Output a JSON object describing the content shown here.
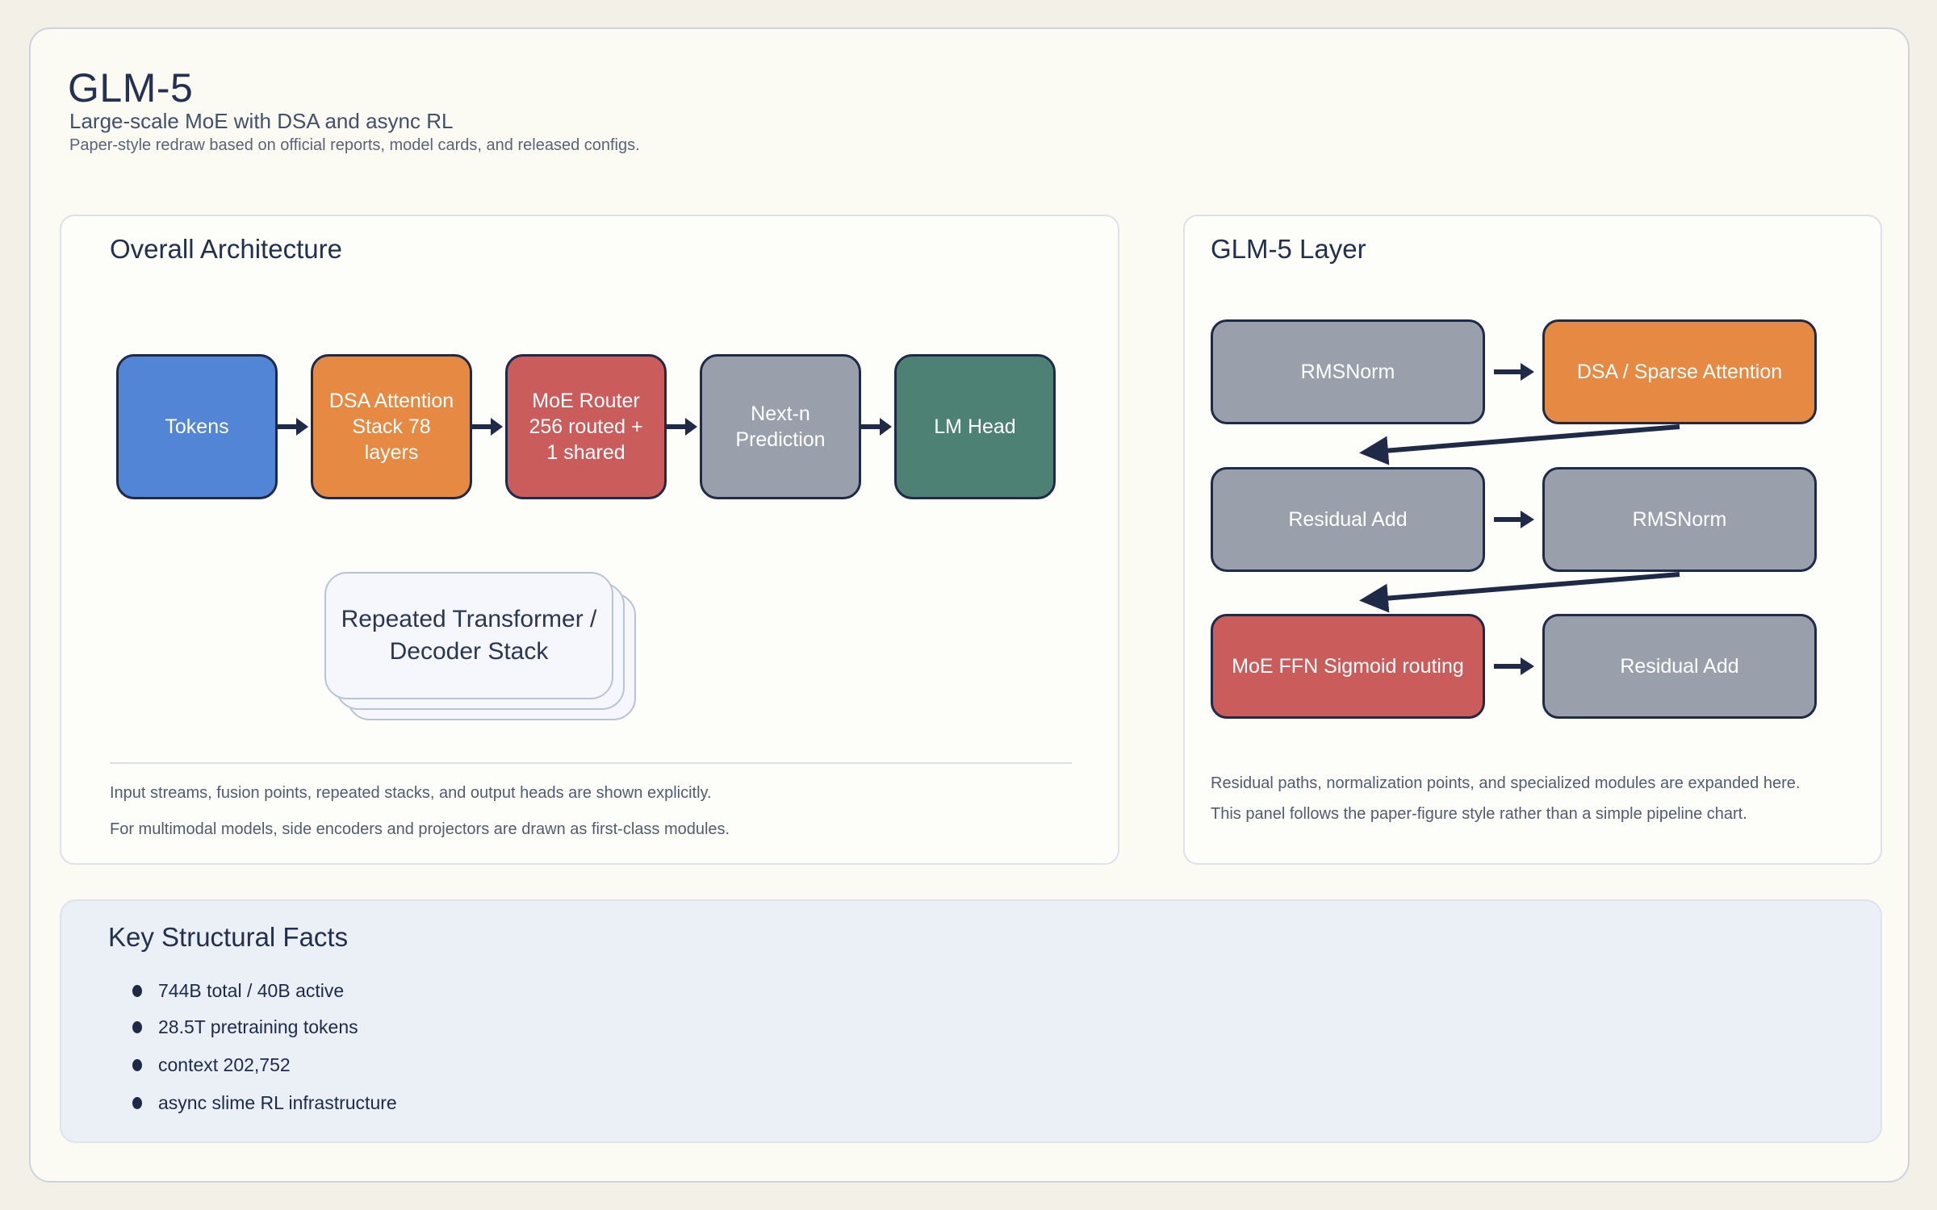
{
  "page": {
    "title": "GLM-5",
    "subtitle": "Large-scale MoE with DSA and async RL",
    "tagline": "Paper-style redraw based on official reports, model cards, and released configs."
  },
  "palette": {
    "navy": "#1e2a47",
    "blue": "#5285d6",
    "orange": "#e68943",
    "red": "#cb5c5c",
    "gray": "#99a0ac",
    "green": "#4d8173",
    "page_bg": "#f3f0e7",
    "card_bg": "#fbfaf3",
    "panel_bg": "#fdfdf9",
    "facts_bg": "#ebeff6",
    "stack_bg": "#f5f7fc"
  },
  "overall": {
    "title": "Overall Architecture",
    "pipeline": [
      {
        "label": "Tokens",
        "color": "#5285d6"
      },
      {
        "label": "DSA Attention Stack 78 layers",
        "color": "#e68943"
      },
      {
        "label": "MoE Router 256 routed + 1 shared",
        "color": "#cb5c5c"
      },
      {
        "label": "Next-n Prediction",
        "color": "#99a0ac"
      },
      {
        "label": "LM Head",
        "color": "#4d8173"
      }
    ],
    "stack_label": "Repeated Transformer / Decoder Stack",
    "notes": [
      "Input streams, fusion points, repeated stacks, and output heads are shown explicitly.",
      "For multimodal models, side encoders and projectors are drawn as first-class modules."
    ]
  },
  "layer": {
    "title": "GLM-5 Layer",
    "rows": [
      [
        {
          "label": "RMSNorm",
          "color": "#99a0ac"
        },
        {
          "label": "DSA / Sparse Attention",
          "color": "#e68943"
        }
      ],
      [
        {
          "label": "Residual Add",
          "color": "#99a0ac"
        },
        {
          "label": "RMSNorm",
          "color": "#99a0ac"
        }
      ],
      [
        {
          "label": "MoE FFN Sigmoid routing",
          "color": "#cb5c5c"
        },
        {
          "label": "Residual Add",
          "color": "#99a0ac"
        }
      ]
    ],
    "notes": [
      "Residual paths, normalization points, and specialized modules are expanded here.",
      "This panel follows the paper-figure style rather than a simple pipeline chart."
    ]
  },
  "facts": {
    "title": "Key Structural Facts",
    "items": [
      "744B total / 40B active",
      "28.5T pretraining tokens",
      "context 202,752",
      "async slime RL infrastructure"
    ]
  }
}
